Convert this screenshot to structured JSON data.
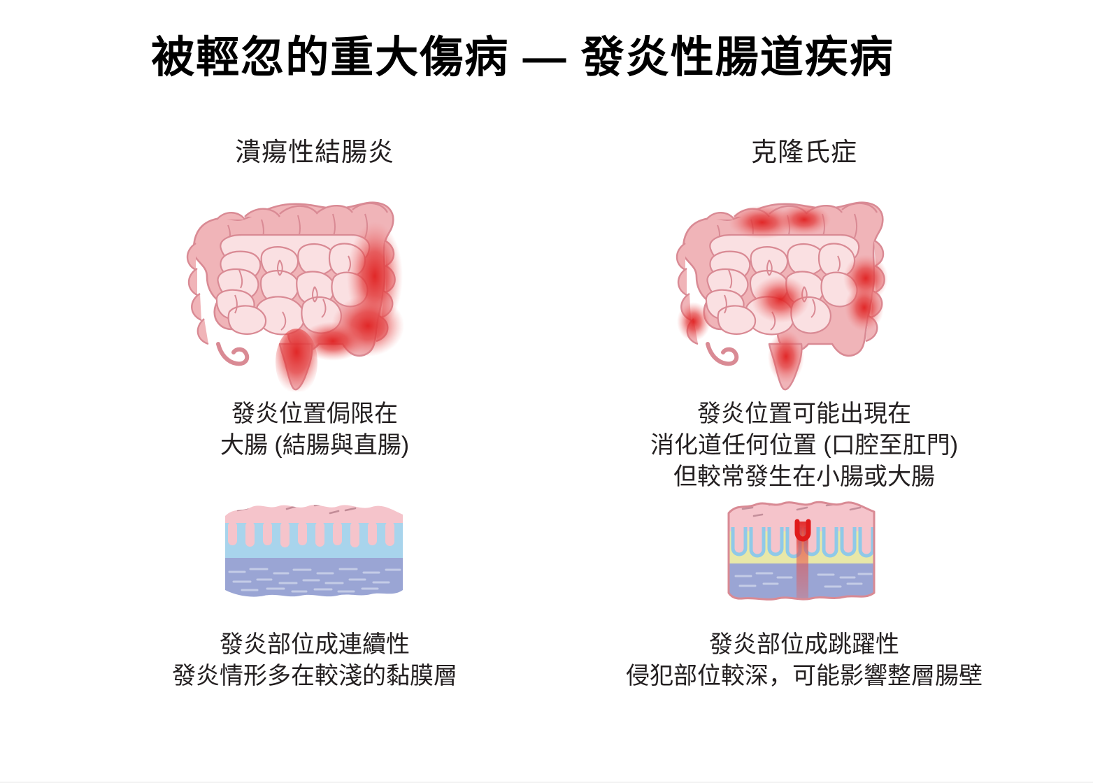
{
  "slide": {
    "title": "被輕忽的重大傷病 — 發炎性腸道疾病",
    "background_color": "#ffffff",
    "title_color": "#000000"
  },
  "comparison": {
    "columns": [
      {
        "id": "ulcerative-colitis",
        "heading": "潰瘍性結腸炎",
        "location_caption_line1": "發炎位置侷限在",
        "location_caption_line2": "大腸 (結腸與直腸)",
        "location_caption_line3": "",
        "wall_caption_line1": "發炎部位成連續性",
        "wall_caption_line2": "發炎情形多在較淺的黏膜層"
      },
      {
        "id": "crohns-disease",
        "heading": "克隆氏症",
        "location_caption_line1": "發炎位置可能出現在",
        "location_caption_line2": "消化道任何位置 (口腔至肛門)",
        "location_caption_line3": "但較常發生在小腸或大腸",
        "wall_caption_line1": "發炎部位成跳躍性",
        "wall_caption_line2": "侵犯部位較深，可能影響整層腸壁"
      }
    ]
  },
  "colors": {
    "colon_fill": "#f0b4b8",
    "colon_outline": "#d98a94",
    "small_intestine_fill": "#fae0e2",
    "inflammation_red": "#e03030",
    "mucosa_pink": "#f5c4cb",
    "submucosa_blue": "#a8d4ec",
    "submucosa_yellow": "#e8e8a8",
    "muscularis_periwinkle": "#9aa5d4",
    "crypt_outline_blue": "#8fc9e8",
    "wall_border_rose": "#d98a94"
  },
  "illustration_notes": {
    "ulcerative_colitis_gut": "continuous inflammation along descending colon and rectum",
    "crohns_gut": "patchy skip lesions across transverse colon, ascending colon, ileum and rectum",
    "ulcerative_colitis_wall": "superficial inflammation limited to mucosa layer",
    "crohns_wall": "deep transmural fissure penetrating all bowel wall layers"
  }
}
